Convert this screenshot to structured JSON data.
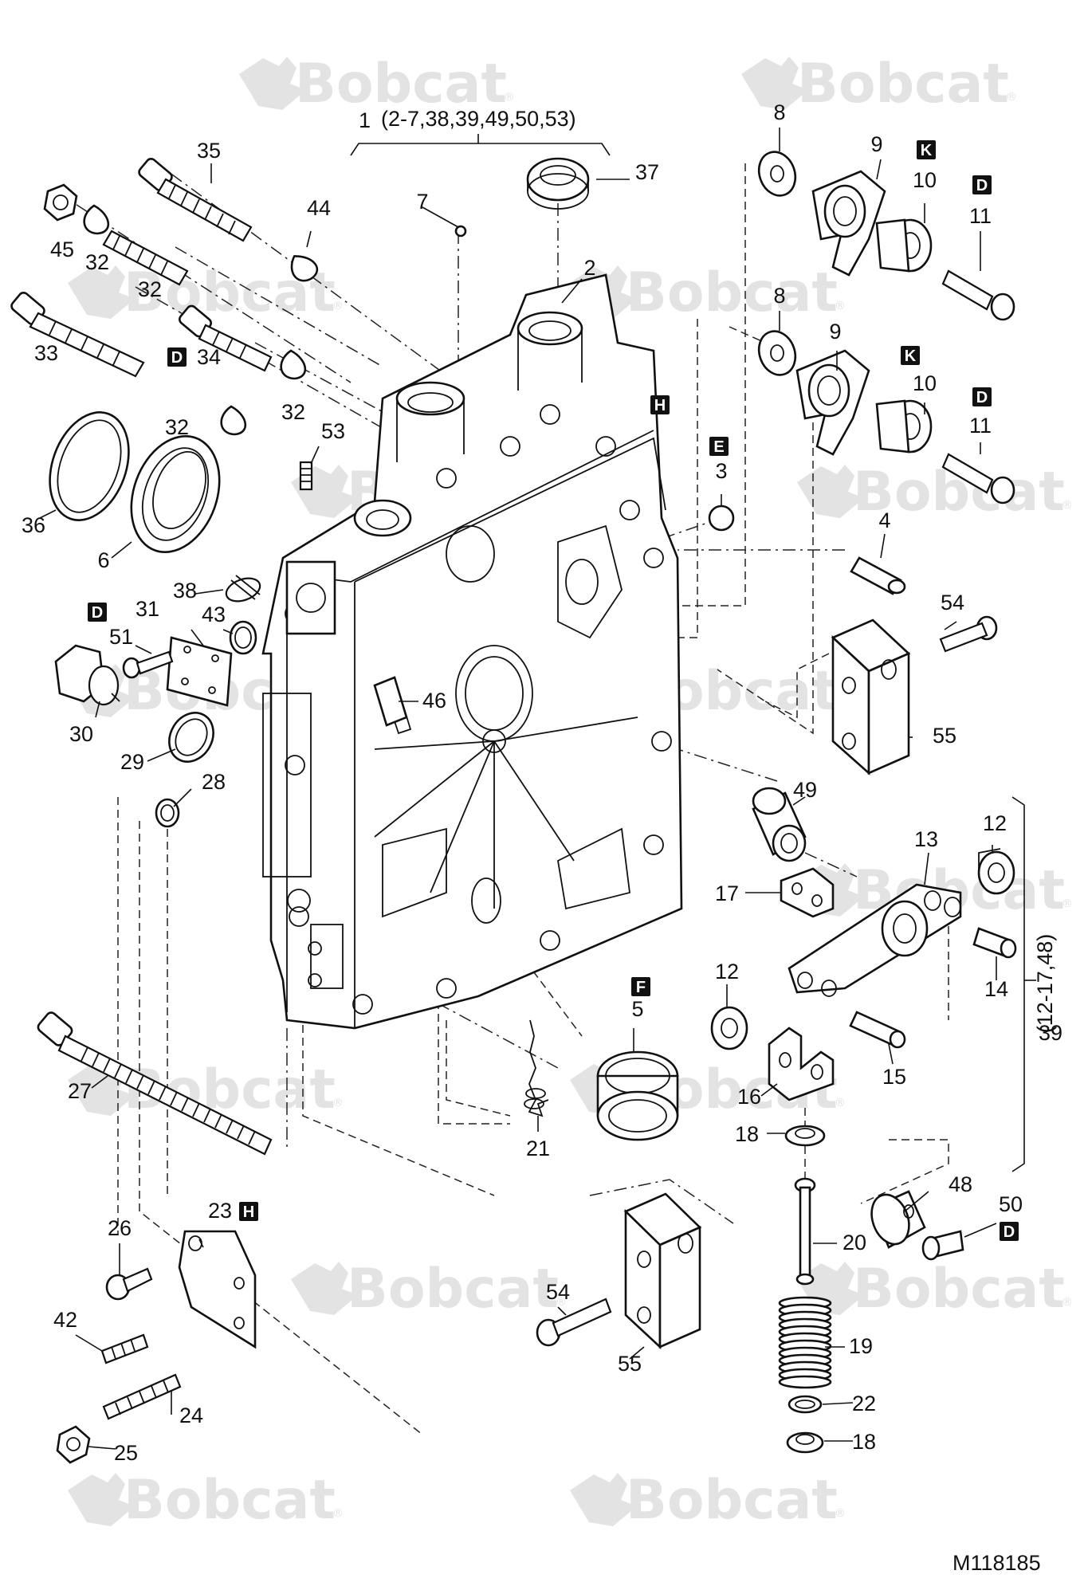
{
  "brand": {
    "watermark_text": "Bobcat",
    "watermark_mark": "®",
    "watermark_color": "#e3e3e3"
  },
  "figure_id": "M118185",
  "groups": [
    {
      "id": "group-1",
      "label": "1",
      "members": "(2-7,38,39,49,50,53)"
    },
    {
      "id": "group-39",
      "label": "39",
      "members": "(12-17,48)"
    }
  ],
  "badges": [
    "K",
    "D",
    "K",
    "D",
    "H",
    "E",
    "D",
    "D",
    "F",
    "D",
    "H"
  ],
  "callouts": [
    "35",
    "45",
    "32",
    "44",
    "32",
    "33",
    "34",
    "32",
    "32",
    "7",
    "37",
    "2",
    "8",
    "9",
    "10",
    "11",
    "8",
    "9",
    "10",
    "11",
    "53",
    "36",
    "6",
    "38",
    "31",
    "43",
    "51",
    "30",
    "29",
    "28",
    "46",
    "4",
    "54",
    "55",
    "3",
    "49",
    "12",
    "13",
    "17",
    "14",
    "12",
    "15",
    "16",
    "18",
    "5",
    "21",
    "27",
    "26",
    "23",
    "42",
    "24",
    "25",
    "54",
    "55",
    "20",
    "48",
    "50",
    "19",
    "22",
    "18"
  ]
}
